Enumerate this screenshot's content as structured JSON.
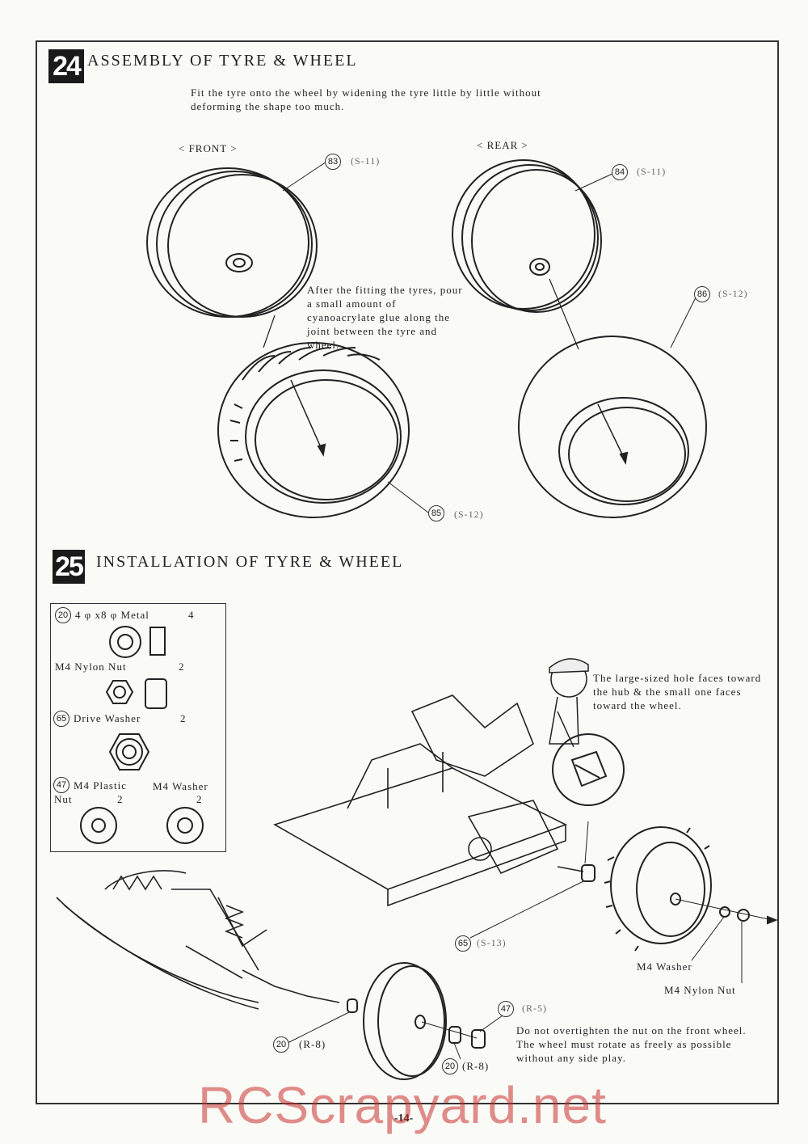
{
  "step24": {
    "number": "24",
    "title": "ASSEMBLY OF TYRE & WHEEL",
    "instruction": "Fit the tyre onto the wheel by widening the tyre little by little without deforming the shape too much.",
    "front_label": "< FRONT >",
    "rear_label": "< REAR >",
    "glue_note": "After the fitting the tyres, pour a small amount of cyanoacrylate glue along the joint between the tyre and wheel.",
    "parts": [
      {
        "num": "83",
        "ref": "(S-11)"
      },
      {
        "num": "84",
        "ref": "(S-11)"
      },
      {
        "num": "86",
        "ref": "(S-12)"
      },
      {
        "num": "85",
        "ref": "(S-12)"
      }
    ]
  },
  "step25": {
    "number": "25",
    "title": "INSTALLATION OF TYRE & WHEEL",
    "box": {
      "metal": {
        "num": "20",
        "name": "4 φ x8 φ Metal",
        "qty": "4"
      },
      "nylon_nut": {
        "name": "M4 Nylon Nut",
        "qty": "2"
      },
      "drive_washer": {
        "num": "65",
        "name": "Drive Washer",
        "qty": "2"
      },
      "plastic_nut": {
        "num": "47",
        "name": "M4 Plastic Nut",
        "qty": "2"
      },
      "washer": {
        "name": "M4 Washer",
        "qty": "2"
      }
    },
    "hole_note": "The large-sized hole faces toward the hub & the small one faces toward the wheel.",
    "callouts": {
      "drive_washer": {
        "num": "65",
        "ref": "(S-13)"
      },
      "m4_washer": "M4 Washer",
      "m4_nylon_nut": "M4 Nylon Nut",
      "plastic_nut": {
        "num": "47",
        "ref": "(R-5)"
      },
      "metal_left": {
        "num": "20",
        "ref": "(R-8)"
      },
      "metal_right": {
        "num": "20",
        "ref": "(R-8)"
      }
    },
    "overtighten_note": "Do not overtighten the nut on the front wheel. The wheel must rotate as freely as possible without any side play."
  },
  "page_number": "-14-",
  "watermark": "RCScrapyard.net"
}
